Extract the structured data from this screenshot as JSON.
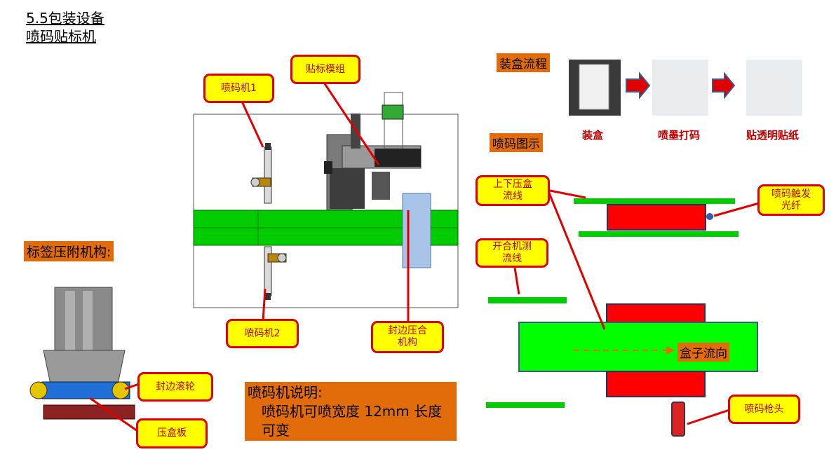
{
  "header": {
    "line1": "5.5包装设备",
    "line2": "喷码贴标机"
  },
  "main_callouts": {
    "printer1": "喷码机1",
    "label_module": "贴标模组",
    "printer2": "喷码机2",
    "edge_seal": "封边压合\n机构"
  },
  "label_mechanism": {
    "heading": "标签压附机构:",
    "seal_roller": "封边滚轮",
    "press_plate": "压盒板"
  },
  "printer_note": {
    "title": "喷码机说明:",
    "body": "喷码机可喷宽度 12mm 长度可变"
  },
  "packing_flow": {
    "heading": "装盒流程",
    "steps": [
      "装盒",
      "喷墨打码",
      "贴透明贴纸"
    ]
  },
  "print_diagram": {
    "heading": "喷码图示",
    "upper_lower_line": "上下压盒\n流线",
    "trigger_fiber": "喷码触发\n光纤",
    "open_close_line": "开合机测\n流线",
    "flow_direction": "盒子流向",
    "nozzle": "喷码枪头"
  },
  "colors": {
    "callout_border": "#e00000",
    "callout_fill": "#ffff00",
    "conveyor_green": "#00cc00",
    "box_red": "#ff0000",
    "accent_orange": "#e36c0a"
  }
}
